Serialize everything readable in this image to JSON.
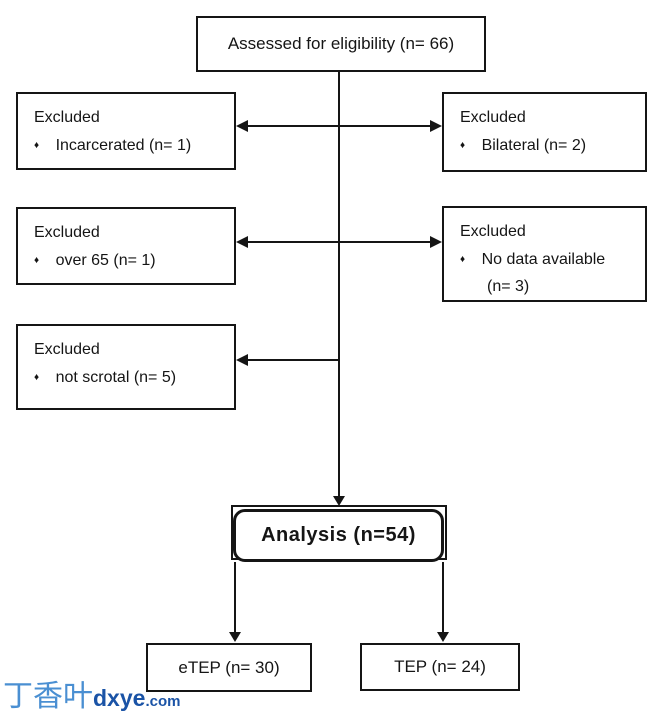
{
  "diagram": {
    "top_box": "Assessed for eligibility (n= 66)",
    "bullet": "♦",
    "exclusions": [
      {
        "title": "Excluded",
        "lines": [
          "Incarcerated (n= 1)"
        ]
      },
      {
        "title": "Excluded",
        "lines": [
          "Bilateral (n= 2)"
        ]
      },
      {
        "title": "Excluded",
        "lines": [
          "over 65 (n= 1)"
        ]
      },
      {
        "title": "Excluded",
        "lines": [
          "No data available",
          "(n= 3)"
        ]
      },
      {
        "title": "Excluded",
        "lines": [
          "not scrotal (n= 5)"
        ]
      }
    ],
    "analysis_box": "Analysis (n=54)",
    "arms": [
      "eTEP (n= 30)",
      "TEP (n= 24)"
    ]
  },
  "watermark": {
    "cjk": "丁香叶",
    "brand": "dxye",
    "suffix": ".com"
  },
  "colors": {
    "ink": "#151515",
    "background": "#ffffff",
    "watermark_light_blue": "#4a8fd2",
    "watermark_dark_blue": "#1a53a6"
  }
}
